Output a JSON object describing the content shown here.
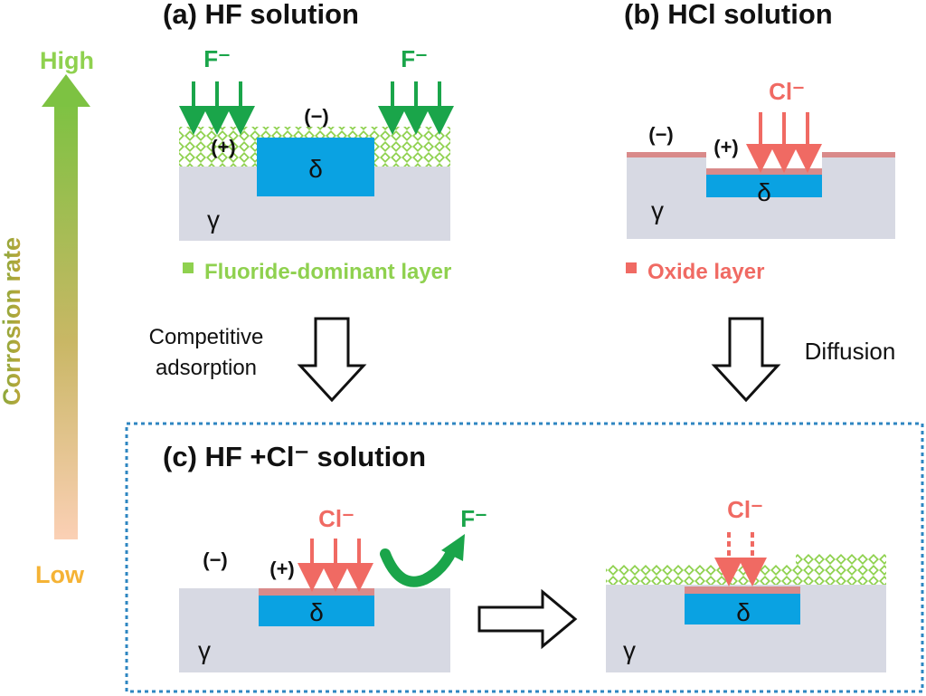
{
  "colors": {
    "green": "#1aa54a",
    "light_green": "#8fd14f",
    "red": "#f06a63",
    "oxide": "#d98a8a",
    "blue": "#0aa2e2",
    "matrix": "#d7d9e3",
    "border_blue": "#2e86c1",
    "low_orange": "#f5b335"
  },
  "side_axis": {
    "label": "Corrosion rate",
    "high": "High",
    "low": "Low"
  },
  "panel_a": {
    "title": "(a) HF solution",
    "ion_left": "F⁻",
    "ion_right": "F⁻",
    "charge_neg": "(−)",
    "charge_pos": "(+)",
    "phase_delta": "δ",
    "phase_gamma": "γ",
    "legend": "Fluoride-dominant layer"
  },
  "panel_b": {
    "title": "(b) HCl solution",
    "ion": "Cl⁻",
    "charge_neg": "(−)",
    "charge_pos": "(+)",
    "phase_delta": "δ",
    "phase_gamma": "γ",
    "legend": "Oxide layer"
  },
  "transition_left": {
    "line1": "Competitive",
    "line2": "adsorption"
  },
  "transition_right": {
    "label": "Diffusion"
  },
  "panel_c": {
    "title": "(c) HF +Cl⁻ solution",
    "ion_cl": "Cl⁻",
    "ion_f": "F⁻",
    "charge_neg": "(−)",
    "charge_pos": "(+)",
    "phase_delta": "δ",
    "phase_gamma": "γ",
    "ion_cl_2": "Cl⁻",
    "phase_delta_2": "δ",
    "phase_gamma_2": "γ"
  }
}
